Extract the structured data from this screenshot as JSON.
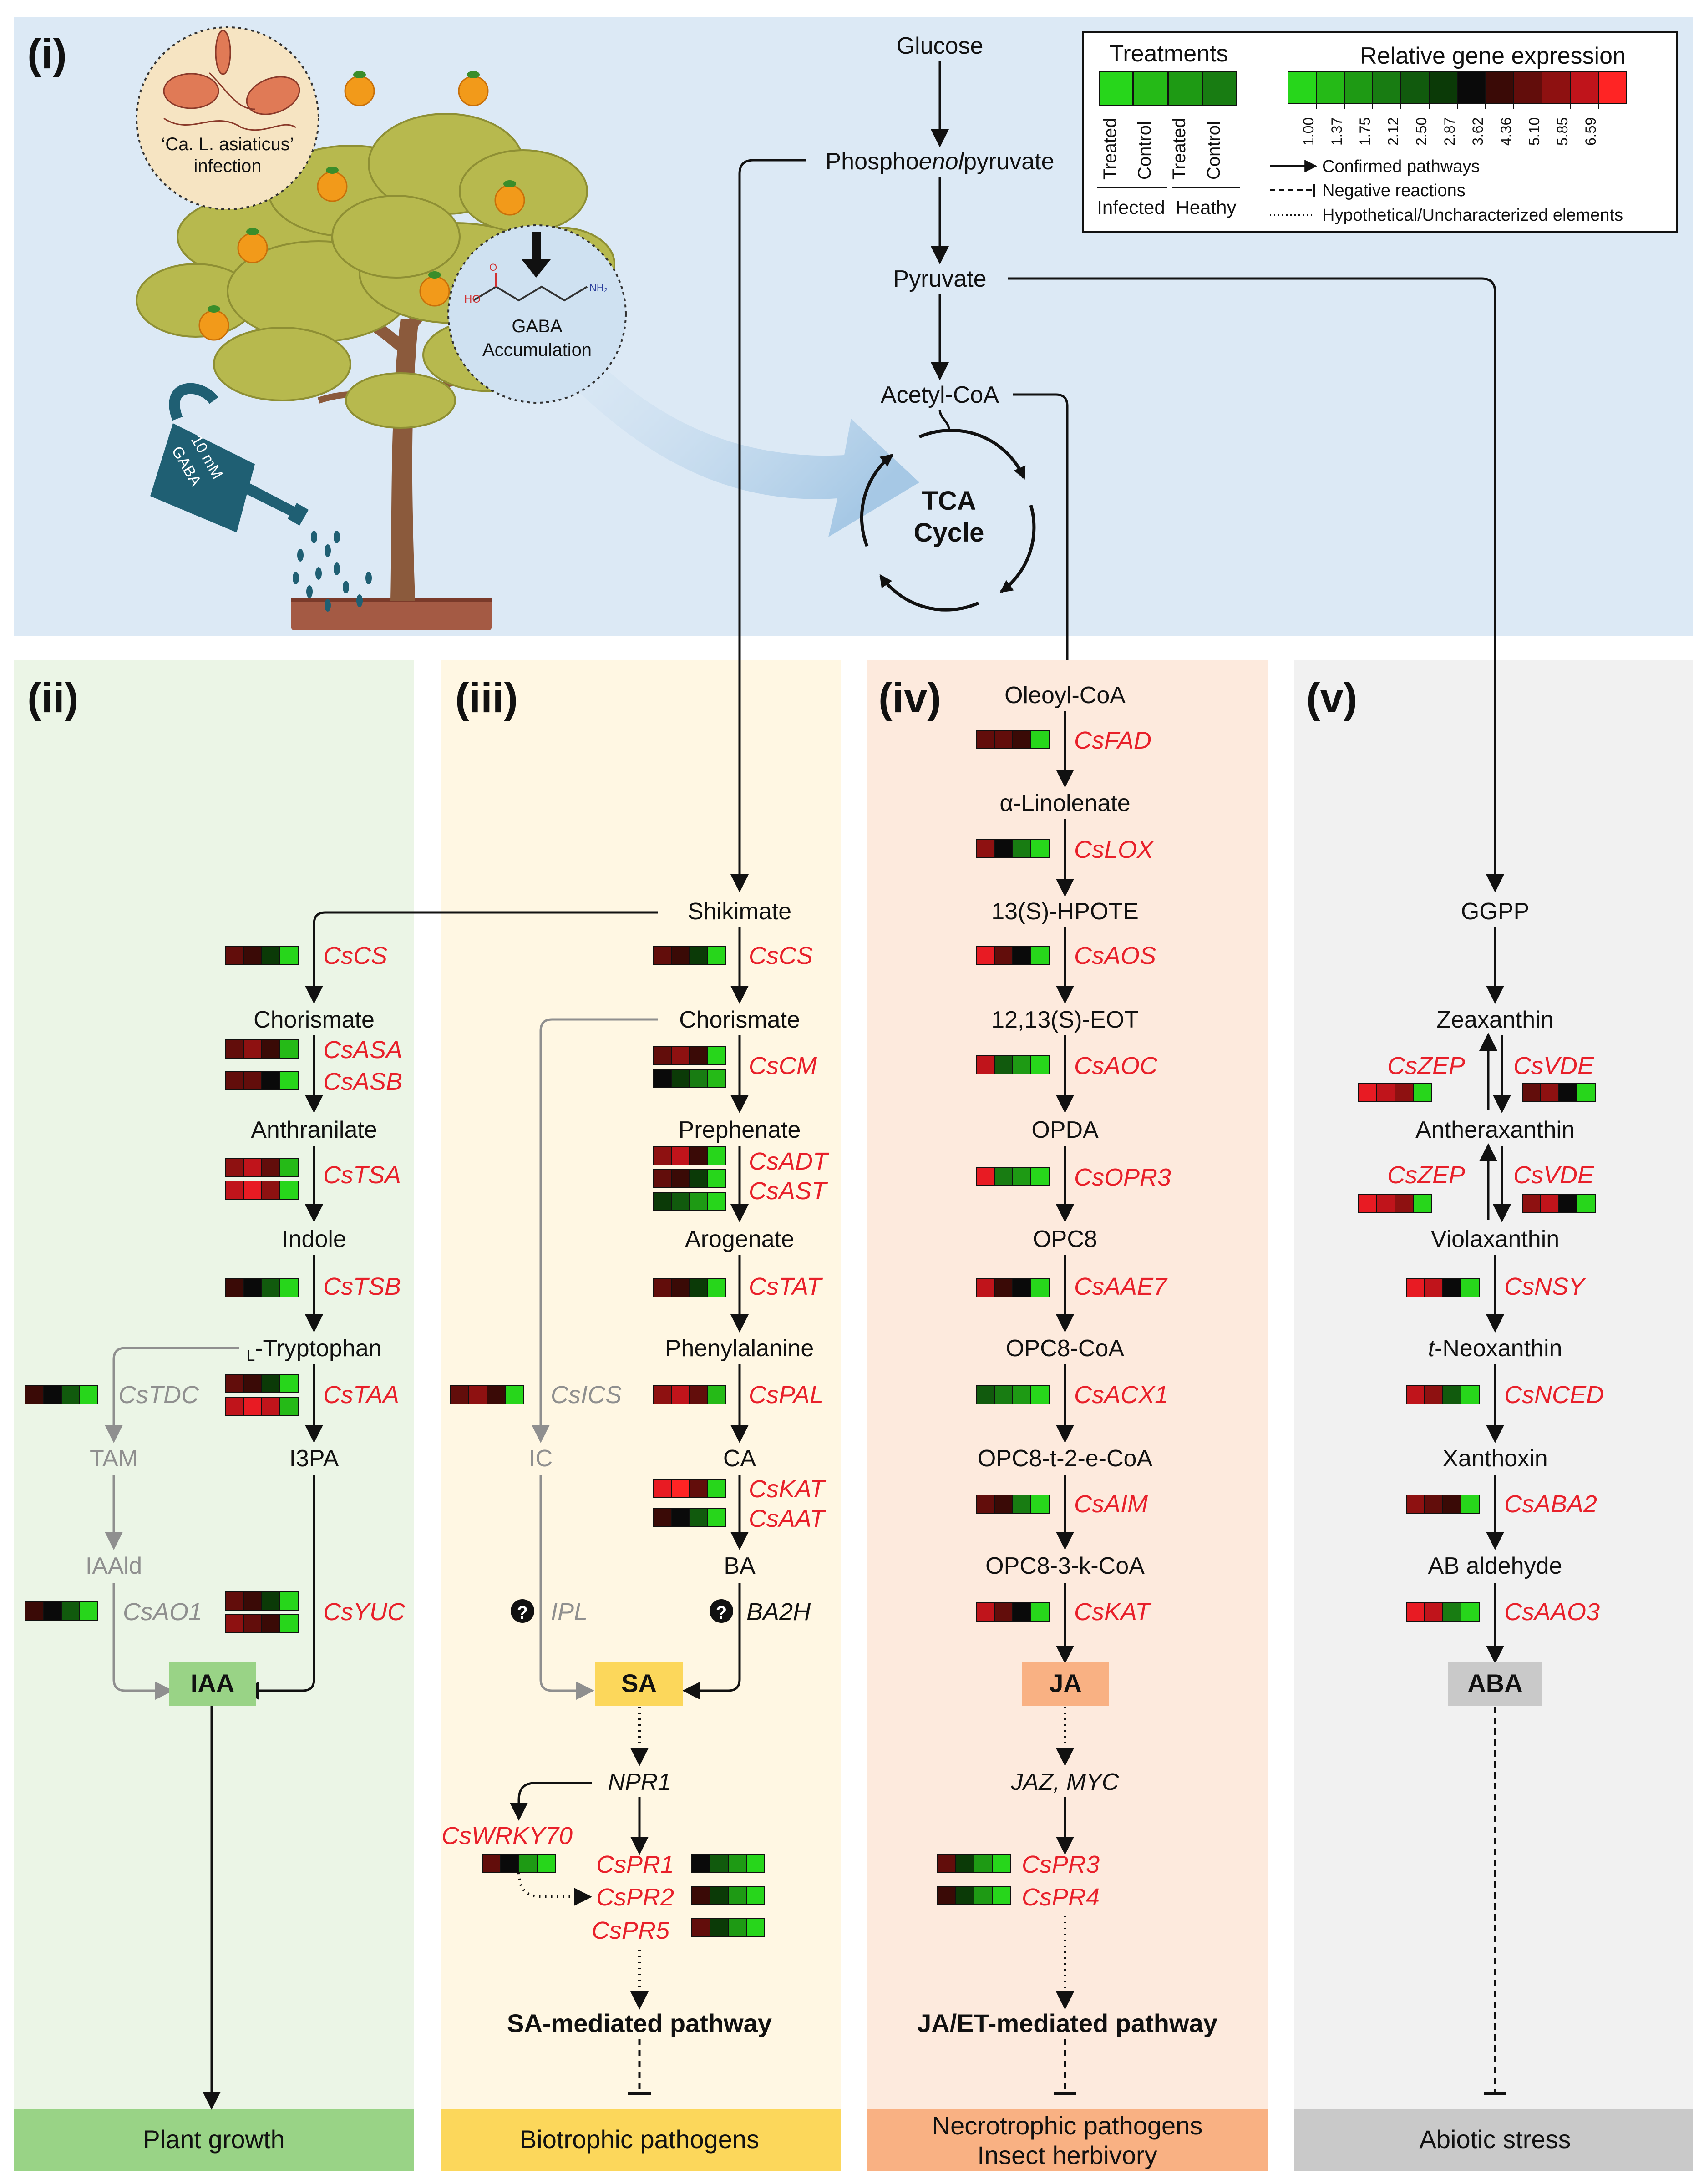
{
  "panel_labels": {
    "i": "(i)",
    "ii": "(ii)",
    "iii": "(iii)",
    "iv": "(iv)",
    "v": "(v)"
  },
  "colors": {
    "panel_i_bg": "#dce9f5",
    "panel_ii_bg": "#ebf5e6",
    "panel_iii_bg": "#fff7e3",
    "panel_iv_bg": "#fdeadd",
    "panel_v_bg": "#f1f1f1",
    "bar_ii": "#99d386",
    "bar_iii": "#fcd75b",
    "bar_iv": "#f9b183",
    "bar_v": "#c9c9c9",
    "iaa_box": "#99d386",
    "sa_box": "#fcd75b",
    "ja_box": "#f9b183",
    "aba_box": "#c9c9c9",
    "gene_red": "#e8202a",
    "gray": "#8f8f8f",
    "heatmap_scale": [
      "#27d61b",
      "#25ba17",
      "#1e9a14",
      "#187c12",
      "#115a0d",
      "#0b3a07",
      "#0a0a0a",
      "#3a0a06",
      "#620d0b",
      "#8e1111",
      "#c0141b",
      "#e81b23",
      "#ff2424"
    ]
  },
  "panel_i": {
    "pathogen_label_1": "‘Ca. L. asiaticus’",
    "pathogen_label_2": "infection",
    "gaba_label_1": "GABA",
    "gaba_label_2": "Accumulation",
    "can_label_1": "10 mM",
    "can_label_2": "GABA",
    "glucose": "Glucose",
    "pep_1": "Phospho",
    "pep_2": "enol",
    "pep_3": "pyruvate",
    "pyruvate": "Pyruvate",
    "acetyl_coa": "Acetyl-CoA",
    "tca_1": "TCA",
    "tca_2": "Cycle"
  },
  "legend": {
    "treatments_title": "Treatments",
    "expression_title": "Relative gene expression",
    "col_labels": [
      "Treated",
      "Control",
      "Treated",
      "Control"
    ],
    "group_labels": [
      "Infected",
      "Heathy"
    ],
    "scale_values": [
      "1.00",
      "1.37",
      "1.75",
      "2.12",
      "2.50",
      "2.87",
      "3.62",
      "4.36",
      "5.10",
      "5.85",
      "6.59"
    ],
    "line_confirmed": "Confirmed pathways",
    "line_negative": "Negative reactions",
    "line_hypothetical": "Hypothetical/Uncharacterized elements"
  },
  "panel_ii": {
    "chorismate": "Chorismate",
    "anthranilate": "Anthranilate",
    "indole": "Indole",
    "tryptophan_prefix": "L",
    "tryptophan": "-Tryptophan",
    "tam": "TAM",
    "i3pa": "I3PA",
    "iaald": "IAAld",
    "iaa": "IAA",
    "genes": {
      "cs": "CsCS",
      "asa": "CsASA",
      "asb": "CsASB",
      "tsa": "CsTSA",
      "tsb": "CsTSB",
      "tdc": "CsTDC",
      "taa": "CsTAA",
      "ao1": "CsAO1",
      "yuc": "CsYUC"
    },
    "outcome": "Plant growth"
  },
  "panel_iii": {
    "shikimate": "Shikimate",
    "chorismate": "Chorismate",
    "prephenate": "Prephenate",
    "arogenate": "Arogenate",
    "phenylalanine": "Phenylalanine",
    "ca": "CA",
    "ba": "BA",
    "ic": "IC",
    "ipl": "IPL",
    "ba2h": "BA2H",
    "sa": "SA",
    "npr1": "NPR1",
    "genes": {
      "cs": "CsCS",
      "cm": "CsCM",
      "adt": "CsADT",
      "ast": "CsAST",
      "tat": "CsTAT",
      "ics": "CsICS",
      "pal": "CsPAL",
      "kat": "CsKAT",
      "aat": "CsAAT",
      "wrky70": "CsWRKY70",
      "pr1": "CsPR1",
      "pr2": "CsPR2",
      "pr5": "CsPR5"
    },
    "pathway": "SA-mediated pathway",
    "outcome": "Biotrophic pathogens"
  },
  "panel_iv": {
    "oleoyl": "Oleoyl-CoA",
    "linolenate": "α-Linolenate",
    "hpote": "13(S)-HPOTE",
    "eot": "12,13(S)-EOT",
    "opda": "OPDA",
    "opc8": "OPC8",
    "opc8coa": "OPC8-CoA",
    "opc8t": "OPC8-t-2-e-CoA",
    "opc8k": "OPC8-3-k-CoA",
    "ja": "JA",
    "jazmyc": "JAZ, MYC",
    "genes": {
      "fad": "CsFAD",
      "lox": "CsLOX",
      "aos": "CsAOS",
      "aoc": "CsAOC",
      "opr3": "CsOPR3",
      "aae7": "CsAAE7",
      "acx1": "CsACX1",
      "aim": "CsAIM",
      "kat": "CsKAT",
      "pr3": "CsPR3",
      "pr4": "CsPR4"
    },
    "pathway": "JA/ET-mediated pathway",
    "outcome_1": "Necrotrophic pathogens",
    "outcome_2": "Insect herbivory"
  },
  "panel_v": {
    "ggpp": "GGPP",
    "zeaxanthin": "Zeaxanthin",
    "antheraxanthin": "Antheraxanthin",
    "violaxanthin": "Violaxanthin",
    "neoxanthin_prefix": "t",
    "neoxanthin": "-Neoxanthin",
    "xanthoxin": "Xanthoxin",
    "ab_aldehyde": "AB aldehyde",
    "aba": "ABA",
    "genes": {
      "zep1": "CsZEP",
      "vde1": "CsVDE",
      "zep2": "CsZEP",
      "vde2": "CsVDE",
      "nsy": "CsNSY",
      "nced": "CsNCED",
      "aba2": "CsABA2",
      "aao3": "CsAAO3"
    },
    "outcome": "Abiotic stress"
  },
  "heatmaps": {
    "ii_cs": [
      8,
      7,
      5,
      0
    ],
    "ii_asa": [
      8,
      9,
      7,
      1
    ],
    "ii_asb": [
      8,
      8,
      6,
      0
    ],
    "ii_tsa1": [
      9,
      10,
      8,
      1
    ],
    "ii_tsa2": [
      10,
      11,
      9,
      0
    ],
    "ii_tsb": [
      7,
      6,
      4,
      0
    ],
    "ii_tdc": [
      7,
      6,
      4,
      0
    ],
    "ii_taa1": [
      8,
      7,
      5,
      0
    ],
    "ii_taa2": [
      10,
      11,
      10,
      1
    ],
    "ii_ao1": [
      7,
      6,
      4,
      0
    ],
    "ii_yuc1": [
      8,
      7,
      5,
      0
    ],
    "ii_yuc2": [
      9,
      8,
      7,
      0
    ],
    "iii_cs": [
      8,
      7,
      5,
      0
    ],
    "iii_cm1": [
      8,
      9,
      7,
      0
    ],
    "iii_cm2": [
      6,
      5,
      3,
      1
    ],
    "iii_adt1": [
      9,
      10,
      7,
      0
    ],
    "iii_adt2": [
      8,
      7,
      5,
      0
    ],
    "iii_adt3": [
      5,
      4,
      2,
      0
    ],
    "iii_tat": [
      8,
      7,
      5,
      0
    ],
    "iii_ics": [
      8,
      9,
      7,
      0
    ],
    "iii_pal": [
      9,
      10,
      8,
      1
    ],
    "iii_kat1": [
      11,
      12,
      8,
      0
    ],
    "iii_kat2": [
      7,
      6,
      4,
      0
    ],
    "iii_wrky": [
      8,
      6,
      2,
      0
    ],
    "iii_pr1": [
      6,
      4,
      2,
      0
    ],
    "iii_pr2": [
      7,
      5,
      2,
      0
    ],
    "iii_pr5": [
      8,
      5,
      2,
      0
    ],
    "iv_fad": [
      8,
      8,
      7,
      0
    ],
    "iv_lox": [
      9,
      6,
      3,
      0
    ],
    "iv_aos": [
      11,
      8,
      6,
      0
    ],
    "iv_aoc": [
      10,
      4,
      2,
      0
    ],
    "iv_opr3": [
      11,
      3,
      2,
      0
    ],
    "iv_aae7": [
      10,
      7,
      6,
      0
    ],
    "iv_acx1": [
      4,
      3,
      2,
      0
    ],
    "iv_aim": [
      8,
      7,
      3,
      0
    ],
    "iv_kat": [
      10,
      8,
      6,
      0
    ],
    "iv_pr3": [
      8,
      5,
      2,
      0
    ],
    "iv_pr4": [
      7,
      5,
      2,
      0
    ],
    "v_zep1": [
      11,
      10,
      9,
      0
    ],
    "v_vde1": [
      8,
      9,
      6,
      0
    ],
    "v_zep2": [
      11,
      10,
      9,
      0
    ],
    "v_vde2": [
      9,
      10,
      6,
      0
    ],
    "v_nsy": [
      11,
      10,
      6,
      0
    ],
    "v_nced": [
      10,
      9,
      4,
      0
    ],
    "v_aba2": [
      9,
      8,
      7,
      0
    ],
    "v_aao3": [
      11,
      10,
      3,
      0
    ]
  }
}
